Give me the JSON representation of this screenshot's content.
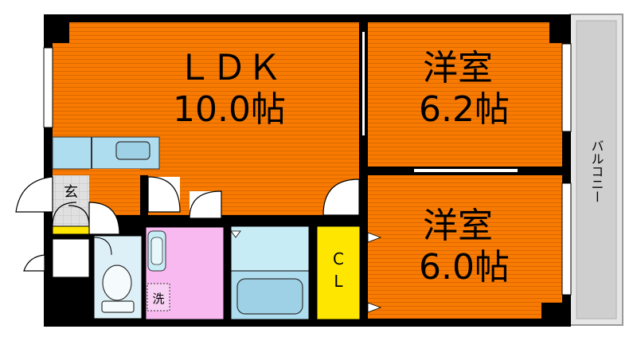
{
  "rooms": {
    "ldk": {
      "name": "ＬＤＫ",
      "size": "10.0帖"
    },
    "western_top": {
      "name": "洋室",
      "size": "6.2帖"
    },
    "western_bottom": {
      "name": "洋室",
      "size": "6.0帖"
    }
  },
  "labels": {
    "entrance": "玄",
    "closet_top": "C",
    "closet_bottom": "L",
    "washer": "洗",
    "balcony": "バルコニー"
  },
  "colors": {
    "floor_orange": "#F97A00",
    "floor_line": "#D26400",
    "wall": "#000000",
    "kitchen_blue": "#AFDDF0",
    "bath_blue": "#C8ECF5",
    "washroom_pink": "#F8B8F0",
    "closet_yellow": "#FFE600",
    "entrance_yellow": "#FFE600",
    "balcony_gray": "#CFCFCF",
    "toilet_blue": "#DDF0F8"
  }
}
